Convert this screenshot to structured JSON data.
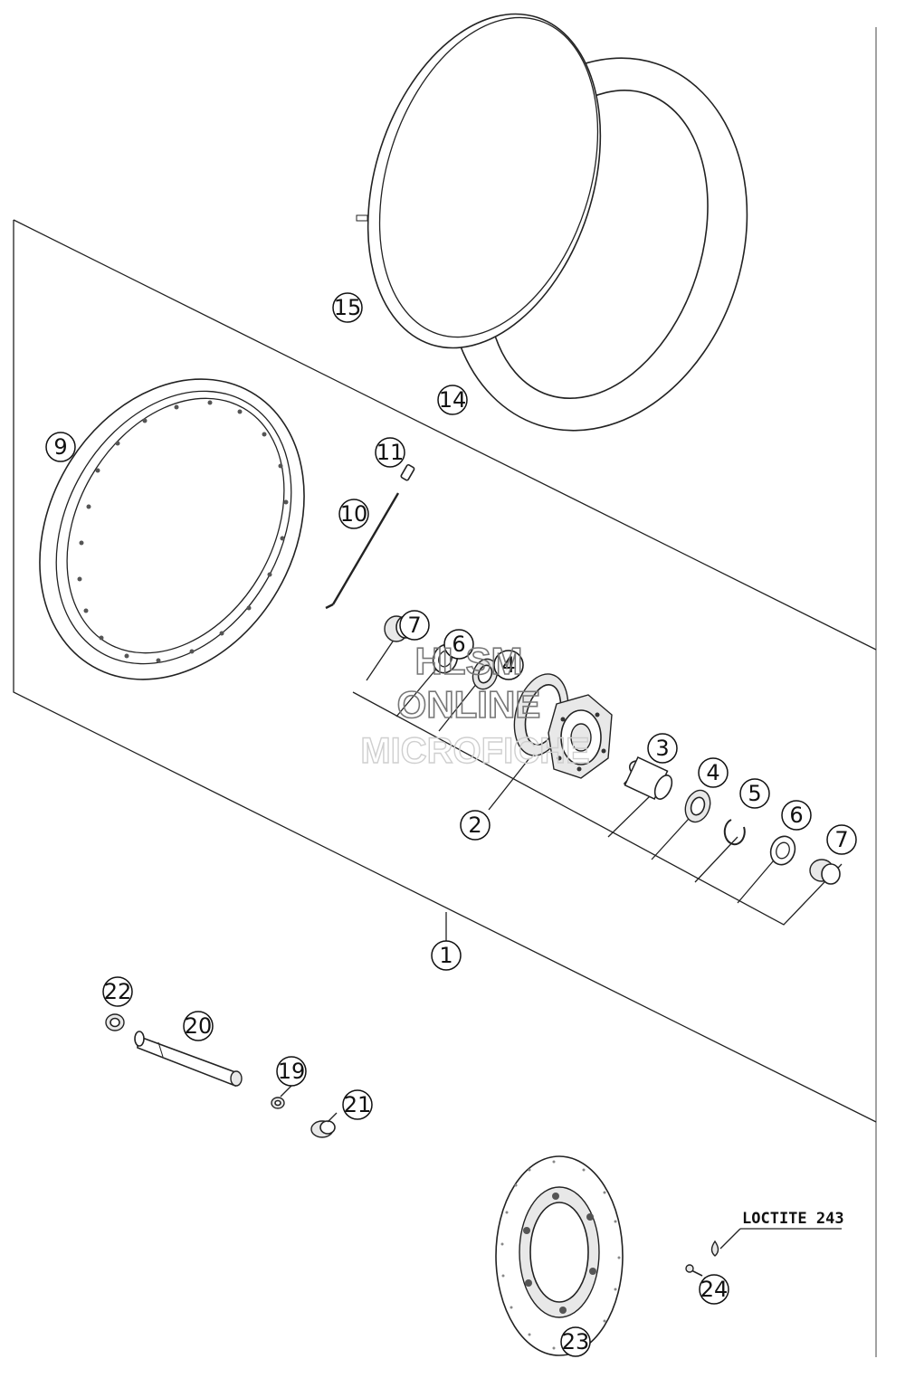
{
  "callouts": {
    "c1": "1",
    "c2": "2",
    "c3": "3",
    "c4a": "4",
    "c4b": "4",
    "c5": "5",
    "c6a": "6",
    "c6b": "6",
    "c7a": "7",
    "c7b": "7",
    "c9": "9",
    "c10": "10",
    "c11": "11",
    "c14": "14",
    "c15": "15",
    "c19": "19",
    "c20": "20",
    "c21": "21",
    "c22": "22",
    "c23": "23",
    "c24": "24"
  },
  "loctite_label": "LOCTITE 243",
  "watermark": {
    "line1": "HLSM",
    "line2": "ONLINE",
    "line3": "MICROFICHE"
  }
}
